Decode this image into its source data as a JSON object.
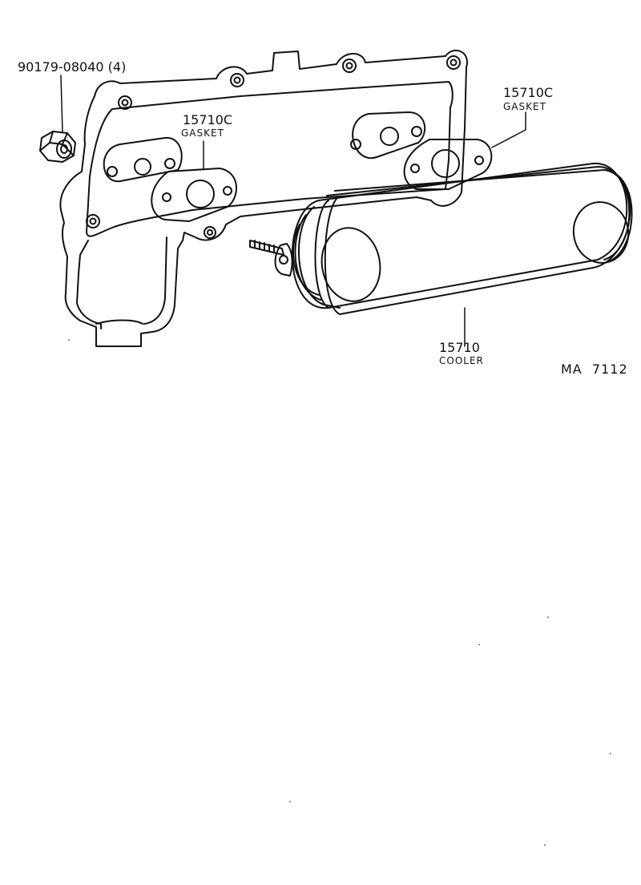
{
  "callouts": {
    "nut": {
      "part_number": "90179-08040 (4)"
    },
    "gasket_left": {
      "part_number": "15710C",
      "name": "GASKET"
    },
    "gasket_right": {
      "part_number": "15710C",
      "name": "GASKET"
    },
    "cooler": {
      "part_number": "15710",
      "name": "COOLER"
    }
  },
  "diagram_code": "MA  7112"
}
